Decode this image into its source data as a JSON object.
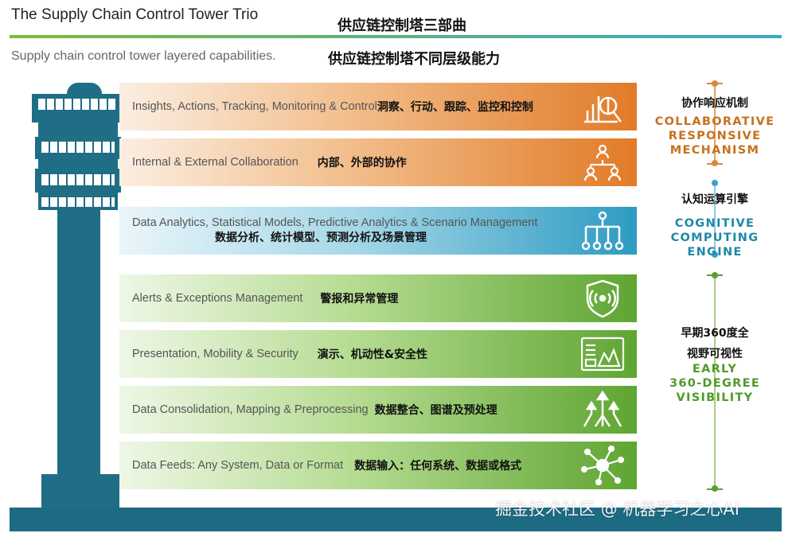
{
  "header": {
    "title_en": "The Supply Chain Control Tower Trio",
    "title_cn": "供应链控制塔三部曲",
    "subtitle_en": "Supply chain control tower layered capabilities.",
    "subtitle_cn": "供应链控制塔不同层级能力"
  },
  "layers": [
    {
      "en": "Insights, Actions, Tracking, Monitoring & Control",
      "cn": "洞察、行动、跟踪、监控和控制",
      "icon": "magnifier-chart-icon",
      "group": "orange"
    },
    {
      "en": "Internal & External Collaboration",
      "cn": "内部、外部的协作",
      "icon": "people-network-icon",
      "group": "orange"
    },
    {
      "en": "Data Analytics, Statistical Models, Predictive Analytics & Scenario Management",
      "cn": "数据分析、统计模型、预测分析及场景管理",
      "icon": "hierarchy-icon",
      "group": "blue"
    },
    {
      "en": "Alerts & Exceptions Management",
      "cn": "警报和异常管理",
      "icon": "shield-alert-icon",
      "group": "green"
    },
    {
      "en": "Presentation, Mobility & Security",
      "cn": "演示、机动性&安全性",
      "icon": "tablet-chart-icon",
      "group": "green"
    },
    {
      "en": "Data Consolidation, Mapping & Preprocessing",
      "cn": "数据整合、图谱及预处理",
      "icon": "converging-arrows-icon",
      "group": "green"
    },
    {
      "en": "Data Feeds: Any System, Data or Format",
      "cn": "数据输入：任何系统、数据或格式",
      "icon": "molecule-icon",
      "group": "green"
    }
  ],
  "rail": {
    "collaborative": {
      "cn": "协作响应机制",
      "en": [
        "COLLABORATIVE",
        "RESPONSIVE",
        "MECHANISM"
      ],
      "color": "#c8701e"
    },
    "cognitive": {
      "cn": "认知运算引擎",
      "en": [
        "COGNITIVE",
        "COMPUTING ENGINE"
      ],
      "color": "#1d8aa6"
    },
    "visibility": {
      "cn": [
        "早期360度全",
        "视野可视性"
      ],
      "en": [
        "EARLY",
        "360-DEGREE",
        "VISIBILITY"
      ],
      "color": "#4f9a2a"
    }
  },
  "watermark": "掘金技术社区 @ 机器学习之心AI",
  "colors": {
    "orange": "#e17b28",
    "blue": "#2e9bc2",
    "green": "#5fa532",
    "tower": "#1f6e86"
  }
}
